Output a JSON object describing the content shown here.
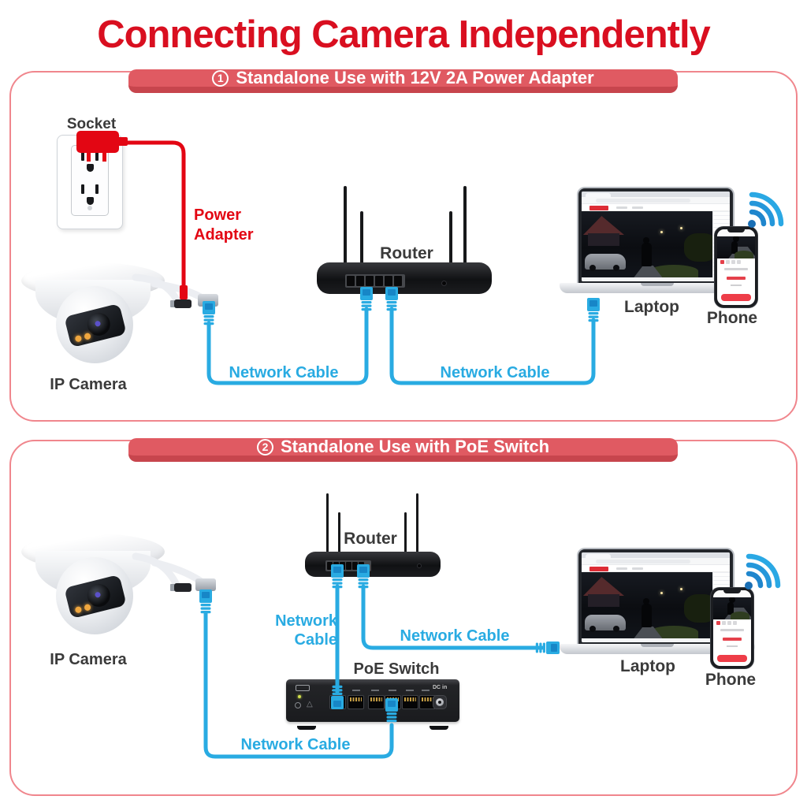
{
  "title": "Connecting Camera Independently",
  "colors": {
    "red": "#d90f20",
    "banner": "#e05a62",
    "banner-sh": "#c7454d",
    "pink": "#f0868d",
    "blue": "#29abe2",
    "dark": "#3a3a3a",
    "powerred": "#e30613"
  },
  "section1": {
    "badge": "1",
    "heading": "Standalone Use with 12V 2A Power Adapter",
    "socket_label": "Socket",
    "power_adapter_label": [
      "Power",
      "Adapter"
    ],
    "ip_camera_label": "IP Camera",
    "router_label": "Router",
    "network_cable_camera_router": "Network Cable",
    "network_cable_router_laptop": "Network Cable",
    "laptop_label": "Laptop",
    "phone_label": "Phone"
  },
  "section2": {
    "badge": "2",
    "heading": "Standalone Use with PoE Switch",
    "ip_camera_label": "IP Camera",
    "router_label": "Router",
    "poe_switch_label": "PoE Switch",
    "dc_in_label": "DC in",
    "network_cable_router_switch": [
      "Network",
      "Cable"
    ],
    "network_cable_router_laptop": "Network Cable",
    "network_cable_switch_camera": "Network Cable",
    "laptop_label": "Laptop",
    "phone_label": "Phone"
  }
}
